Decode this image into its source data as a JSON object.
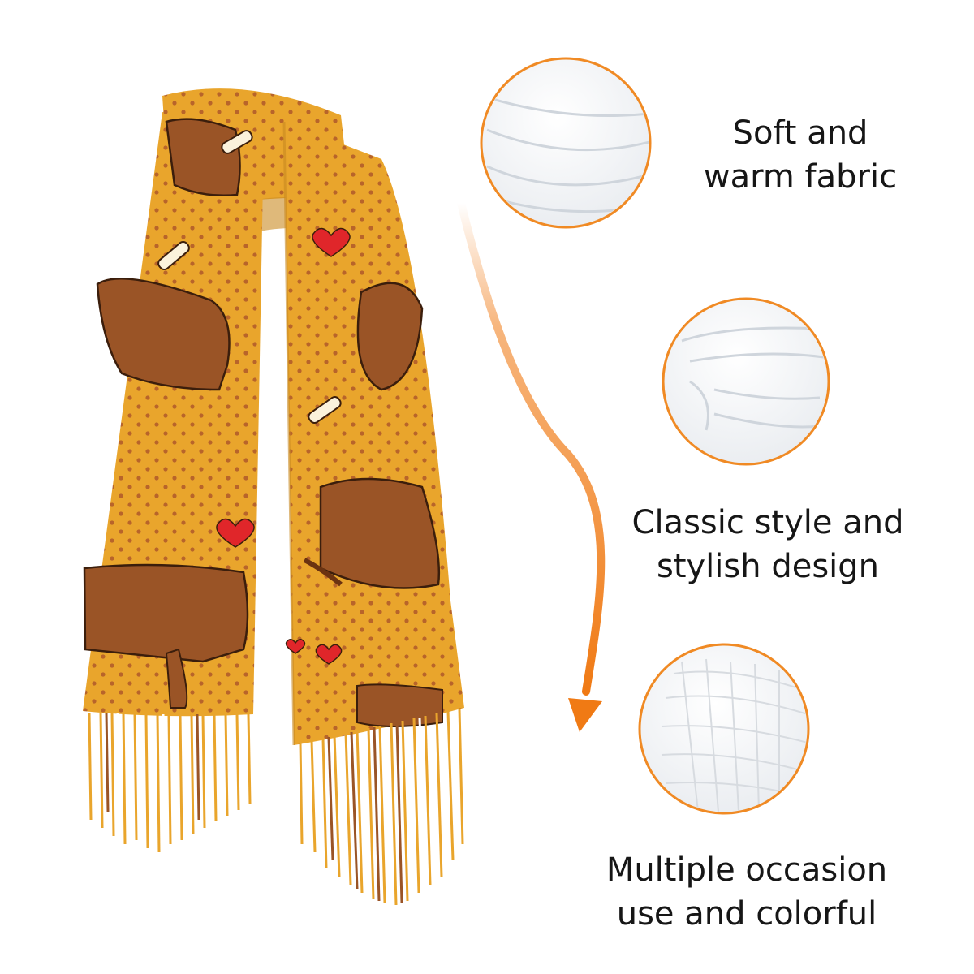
{
  "features": [
    {
      "line1": "Soft and",
      "line2": "warm fabric",
      "icon": "soft-fabric-closeup"
    },
    {
      "line1": "Classic style and",
      "line2": "stylish design",
      "icon": "folded-fabric-closeup"
    },
    {
      "line1": "Multiple occasion",
      "line2": "use and colorful",
      "icon": "tassel-fringe-closeup"
    }
  ],
  "colors": {
    "scarf_base": "#E9A52C",
    "dot": "#B8642A",
    "dog": "#9A5426",
    "heart": "#E0262A",
    "bone": "#FBF2DC",
    "accent_orange": "#F07A14",
    "circle_border": "#F08A24"
  }
}
